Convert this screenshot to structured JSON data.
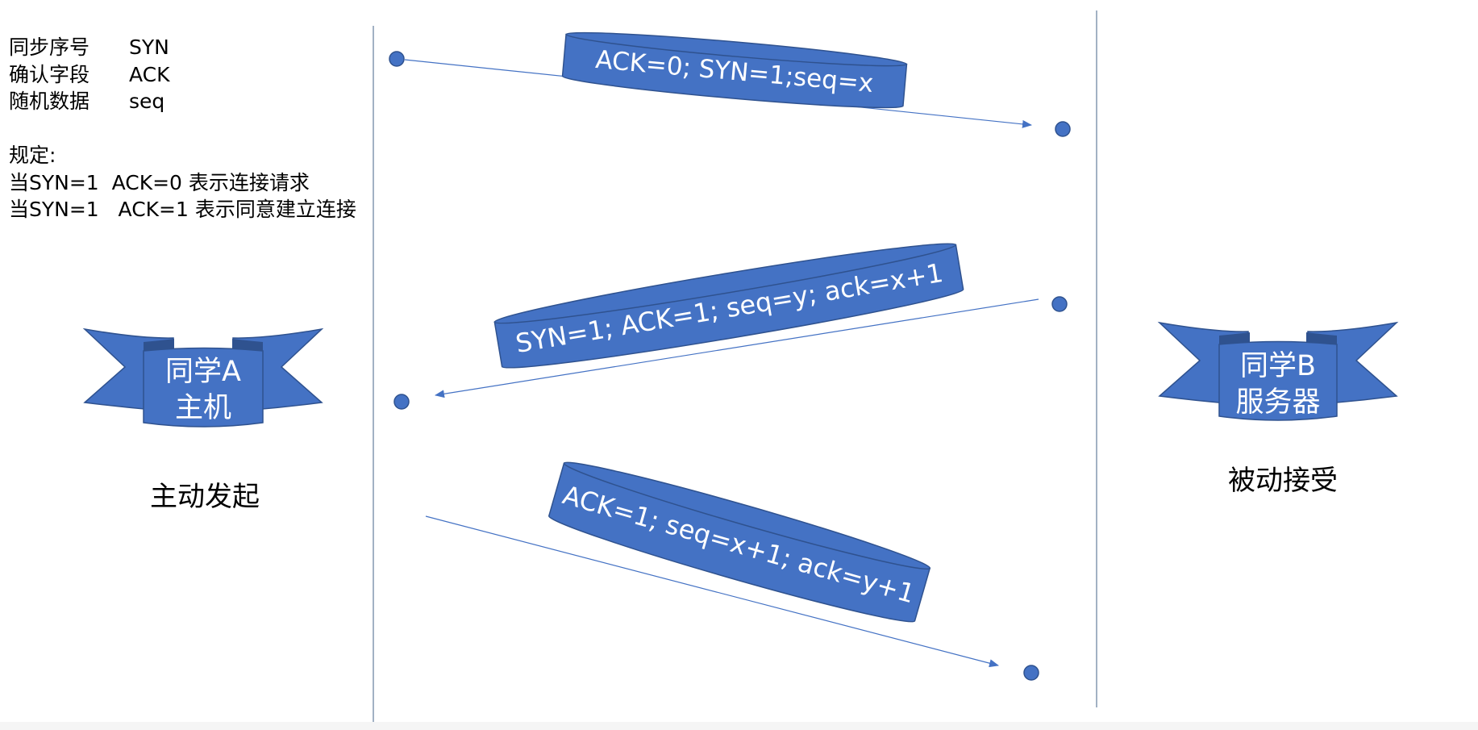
{
  "legend": {
    "rows": [
      {
        "term": "同步序号",
        "abbr": "SYN"
      },
      {
        "term": "确认字段",
        "abbr": "ACK"
      },
      {
        "term": "随机数据",
        "abbr": "seq"
      }
    ],
    "rules_title": "规定:",
    "rules": [
      "当SYN=1  ACK=0 表示连接请求",
      "当SYN=1   ACK=1 表示同意建立连接"
    ]
  },
  "host_a": {
    "line1": "同学A",
    "line2": "主机",
    "caption": "主动发起"
  },
  "host_b": {
    "line1": "同学B",
    "line2": "服务器",
    "caption": "被动接受"
  },
  "messages": [
    {
      "label": "ACK=0; SYN=1;seq=x",
      "direction": "A-to-B"
    },
    {
      "label": "SYN=1; ACK=1; seq=y; ack=x+1",
      "direction": "B-to-A"
    },
    {
      "label": "ACK=1; seq=x+1; ack=y+1",
      "direction": "A-to-B"
    }
  ],
  "colors": {
    "shape_fill": "#4472c4",
    "shape_stroke": "#2f528f",
    "arrow": "#4472c4",
    "lifeline": "#8497b0",
    "shape_text": "#ffffff"
  }
}
